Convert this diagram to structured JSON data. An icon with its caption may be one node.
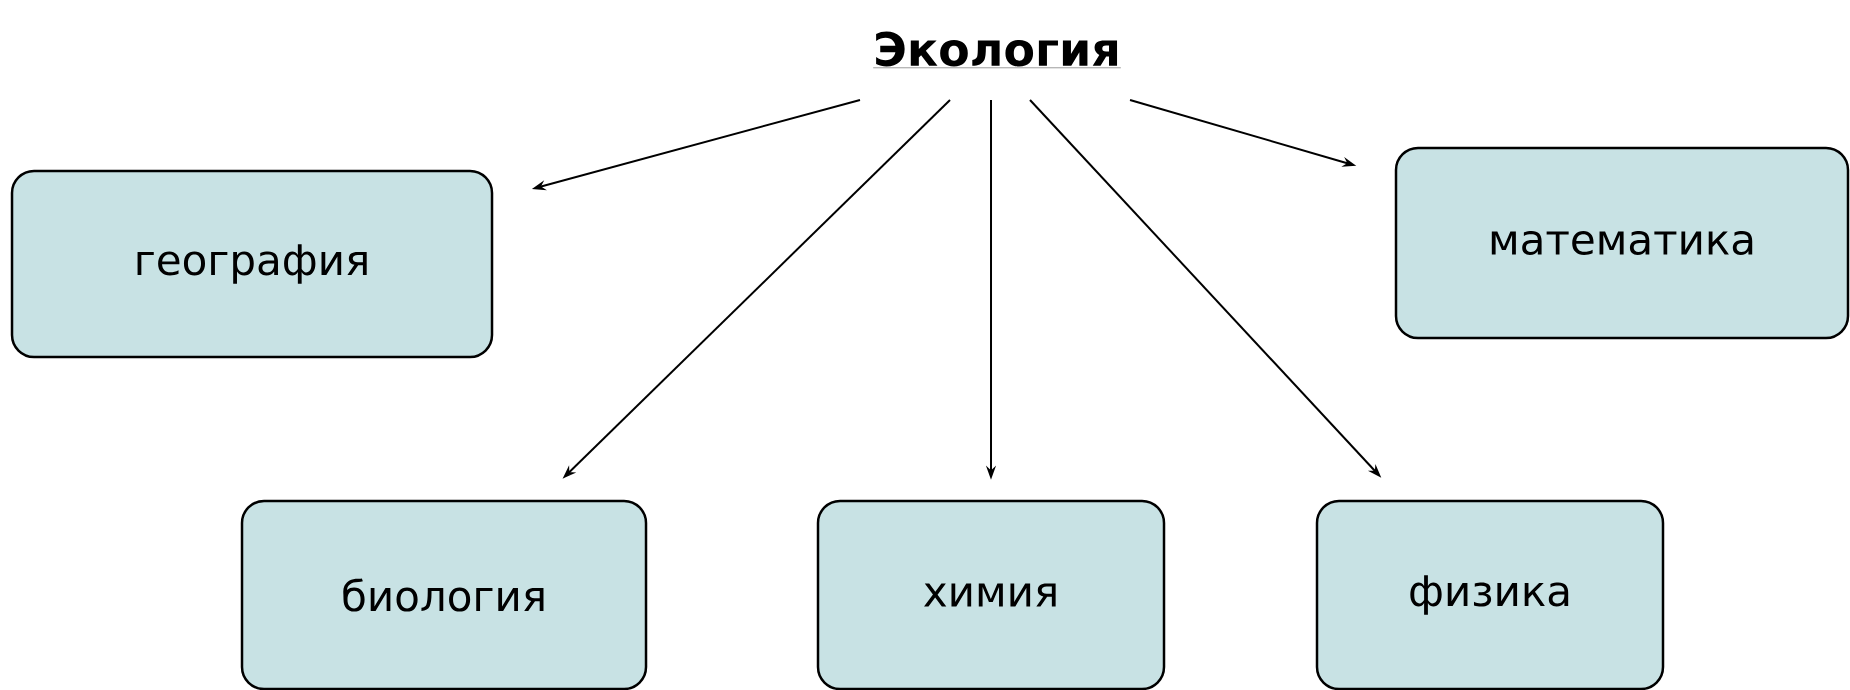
{
  "diagram": {
    "nodes": [
      {
        "text": [
          "Экология"
        ]
      },
      {
        "text": [
          "география"
        ]
      },
      {
        "text": [
          "математика"
        ]
      },
      {
        "text": [
          "биология"
        ]
      },
      {
        "text": [
          "химия"
        ]
      },
      {
        "text": [
          "физика"
        ]
      }
    ],
    "edges": [
      {
        "from": 0,
        "to": 1,
        "arrow": "to"
      },
      {
        "from": 0,
        "to": 2,
        "arrow": "to"
      },
      {
        "from": 0,
        "to": 3,
        "arrow": "to"
      },
      {
        "from": 0,
        "to": 4,
        "arrow": "to"
      },
      {
        "from": 0,
        "to": 5,
        "arrow": "to"
      }
    ]
  }
}
